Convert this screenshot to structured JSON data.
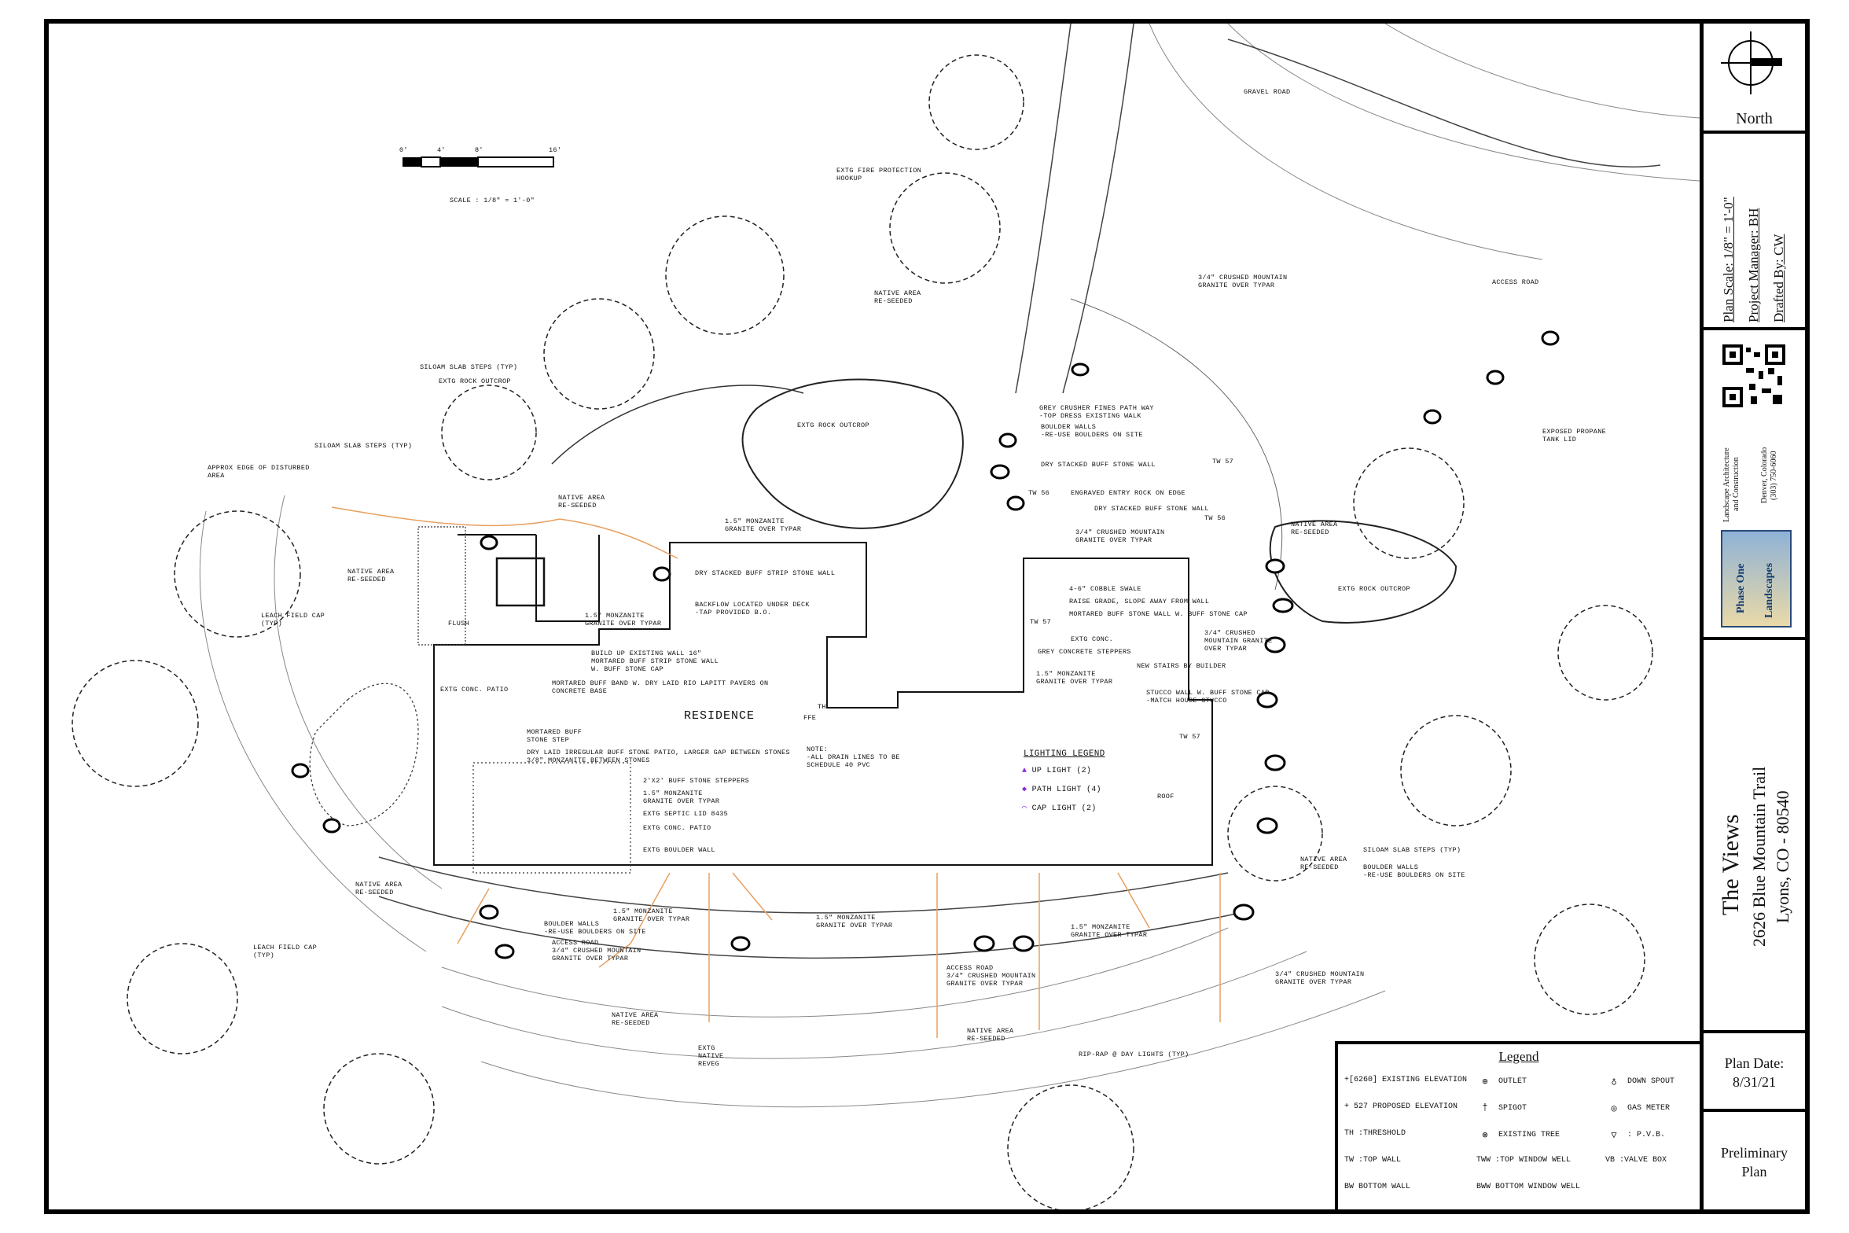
{
  "scale_bar": {
    "ticks": [
      "0'",
      "4'",
      "8'",
      "16'"
    ],
    "label": "SCALE : 1/8\" = 1'-0\""
  },
  "title_block": {
    "north": "North",
    "plan_scale": "Plan Scale: 1/8\" = 1'-0\"",
    "project_manager": "Project Manager: BH",
    "drafted_by": "Drafted By: CW",
    "company_line1": "Landscape Architecture",
    "company_line2": "and Construction",
    "city": "Denver, Colorado",
    "phone": "(303) 750-6060",
    "logo_word1": "Phase One",
    "logo_word2": "Landscapes",
    "project_name": "The Views",
    "address1": "2626 Blue Mountain Trail",
    "address2": "Lyons, CO - 80540",
    "plan_date_label": "Plan Date:",
    "plan_date": "8/31/21",
    "status_line1": "Preliminary",
    "status_line2": "Plan"
  },
  "legend": {
    "title": "Legend",
    "items": [
      {
        "sym": "+[6260]",
        "text": "EXISTING ELEVATION"
      },
      {
        "sym": "+ 527",
        "text": "PROPOSED ELEVATION"
      },
      {
        "sym": "TH",
        "text": ":THRESHOLD"
      },
      {
        "sym": "TW",
        "text": ":TOP WALL"
      },
      {
        "sym": "BW",
        "text": "BOTTOM WALL"
      },
      {
        "sym": "outlet-icon",
        "text": "OUTLET"
      },
      {
        "sym": "spigot-icon",
        "text": "SPIGOT"
      },
      {
        "sym": "tree-icon",
        "text": "EXISTING TREE"
      },
      {
        "sym": "TWW",
        "text": ":TOP WINDOW WELL"
      },
      {
        "sym": "BWW",
        "text": "BOTTOM WINDOW WELL"
      },
      {
        "sym": "downspout-icon",
        "text": "DOWN SPOUT"
      },
      {
        "sym": "gasmeter-icon",
        "text": "GAS METER"
      },
      {
        "sym": "pvb-icon",
        "text": ": P.V.B."
      },
      {
        "sym": "VB",
        "text": ":VALVE BOX"
      }
    ]
  },
  "lighting_legend": {
    "title": "LIGHTING LEGEND",
    "items": [
      "UP LIGHT (2)",
      "PATH LIGHT (4)",
      "CAP LIGHT (2)"
    ]
  },
  "notes": {
    "residence": "RESIDENCE",
    "drain_note": "NOTE:\n-ALL DRAIN LINES TO BE\nSCHEDULE 40 PVC"
  },
  "callouts": [
    {
      "id": "gravel-road",
      "text": "GRAVEL ROAD"
    },
    {
      "id": "fire-hookup",
      "text": "EXTG FIRE PROTECTION\nHOOKUP"
    },
    {
      "id": "native-top",
      "text": "NATIVE AREA\nRE-SEEDED"
    },
    {
      "id": "crushed-top",
      "text": "3/4\" CRUSHED MOUNTAIN\nGRANITE OVER TYPAR"
    },
    {
      "id": "access-top",
      "text": "ACCESS ROAD"
    },
    {
      "id": "siloam1",
      "text": "SILOAM SLAB STEPS (TYP)"
    },
    {
      "id": "rock1",
      "text": "EXTG ROCK OUTCROP"
    },
    {
      "id": "siloam2",
      "text": "SILOAM SLAB STEPS (TYP)"
    },
    {
      "id": "disturbed",
      "text": "APPROX EDGE OF DISTURBED\nAREA"
    },
    {
      "id": "native-mid",
      "text": "NATIVE AREA\nRE-SEEDED"
    },
    {
      "id": "rock2",
      "text": "EXTG ROCK OUTCROP"
    },
    {
      "id": "path",
      "text": "GREY CRUSHER FINES PATH WAY\n-TOP DRESS EXISTING WALK"
    },
    {
      "id": "boulder1",
      "text": "BOULDER WALLS\n-RE-USE BOULDERS ON SITE"
    },
    {
      "id": "drystack1",
      "text": "DRY STACKED BUFF STONE WALL"
    },
    {
      "id": "propane",
      "text": "EXPOSED PROPANE\nTANK LID"
    },
    {
      "id": "engraved",
      "text": "ENGRAVED ENTRY ROCK ON EDGE"
    },
    {
      "id": "drystack2",
      "text": "DRY STACKED BUFF STONE WALL"
    },
    {
      "id": "crushed-mid",
      "text": "3/4\" CRUSHED MOUNTAIN\nGRANITE OVER TYPAR"
    },
    {
      "id": "native-right",
      "text": "NATIVE AREA\nRE-SEEDED"
    },
    {
      "id": "rock3",
      "text": "EXTG ROCK OUTCROP"
    },
    {
      "id": "native-left",
      "text": "NATIVE AREA\nRE-SEEDED"
    },
    {
      "id": "monz1",
      "text": "1.5\" MONZANITE\nGRANITE OVER TYPAR"
    },
    {
      "id": "drystrip",
      "text": "DRY STACKED BUFF STRIP STONE WALL"
    },
    {
      "id": "monz2",
      "text": "1.5\" MONZANITE\nGRANITE OVER TYPAR"
    },
    {
      "id": "backflow",
      "text": "BACKFLOW LOCATED UNDER DECK\n-TAP PROVIDED B.O."
    },
    {
      "id": "leach1",
      "text": "LEACH FIELD CAP\n(TYP)"
    },
    {
      "id": "cobble",
      "text": "4-6\" COBBLE SWALE"
    },
    {
      "id": "grade",
      "text": "RAISE GRADE, SLOPE AWAY FROM WALL"
    },
    {
      "id": "mortared",
      "text": "MORTARED BUFF STONE WALL W. BUFF STONE CAP"
    },
    {
      "id": "buildup",
      "text": "BUILD UP EXISTING WALL 16\"\nMORTARED BUFF STRIP STONE WALL\nW. BUFF STONE CAP"
    },
    {
      "id": "conc1",
      "text": "EXTG CONC."
    },
    {
      "id": "steppers",
      "text": "GREY CONCRETE STEPPERS"
    },
    {
      "id": "crushed-right",
      "text": "3/4\" CRUSHED\nMOUNTAIN GRANITE\nOVER TYPAR"
    },
    {
      "id": "newstairs",
      "text": "NEW STAIRS BY BUILDER"
    },
    {
      "id": "monz3",
      "text": "1.5\" MONZANITE\nGRANITE OVER TYPAR"
    },
    {
      "id": "stucco",
      "text": "STUCCO WALL W. BUFF STONE CAP\n-MATCH HOUSE STUCCO"
    },
    {
      "id": "patio-conc",
      "text": "EXTG CONC. PATIO"
    },
    {
      "id": "pavers",
      "text": "MORTARED BUFF BAND W. DRY LAID RIO LAPITT PAVERS ON\nCONCRETE BASE"
    },
    {
      "id": "stoop",
      "text": "MORTARED BUFF\nSTONE STEP"
    },
    {
      "id": "flagstone",
      "text": "DRY LAID IRREGULAR BUFF STONE PATIO, LARGER GAP BETWEEN STONES\n3/8\" MONZANITE BETWEEN STONES"
    },
    {
      "id": "stepper2",
      "text": "2'x2' BUFF STONE STEPPERS"
    },
    {
      "id": "monz4",
      "text": "1.5\" MONZANITE\nGRANITE OVER TYPAR"
    },
    {
      "id": "septic",
      "text": "EXTG SEPTIC LID 8435"
    },
    {
      "id": "conc2",
      "text": "EXTG CONC. PATIO"
    },
    {
      "id": "boulder-wall",
      "text": "EXTG BOULDER WALL"
    },
    {
      "id": "native-lower",
      "text": "NATIVE AREA\nRE-SEEDED"
    },
    {
      "id": "siloam3",
      "text": "SILOAM SLAB STEPS (TYP)"
    },
    {
      "id": "native-right2",
      "text": "NATIVE AREA\nRE-SEEDED"
    },
    {
      "id": "boulder2",
      "text": "BOULDER WALLS\n-RE-USE BOULDERS ON SITE"
    },
    {
      "id": "leach2",
      "text": "LEACH FIELD CAP\n(TYP)"
    },
    {
      "id": "boulder3",
      "text": "BOULDER WALLS\n-RE-USE BOULDERS ON SITE"
    },
    {
      "id": "access-left",
      "text": "ACCESS ROAD\n3/4\" CRUSHED MOUNTAIN\nGRANITE OVER TYPAR"
    },
    {
      "id": "monz5",
      "text": "1.5\" MONZANITE\nGRANITE OVER TYPAR"
    },
    {
      "id": "monz6",
      "text": "1.5\" MONZANITE\nGRANITE OVER TYPAR"
    },
    {
      "id": "access-mid",
      "text": "ACCESS ROAD\n3/4\" CRUSHED MOUNTAIN\nGRANITE OVER TYPAR"
    },
    {
      "id": "monz7",
      "text": "1.5\" MONZANITE\nGRANITE OVER TYPAR"
    },
    {
      "id": "crushed-br",
      "text": "3/4\" CRUSHED MOUNTAIN\nGRANITE OVER TYPAR"
    },
    {
      "id": "native-b1",
      "text": "NATIVE AREA\nRE-SEEDED"
    },
    {
      "id": "native-b2",
      "text": "NATIVE AREA\nRE-SEEDED"
    },
    {
      "id": "riprap",
      "text": "RIP-RAP @ DAY LIGHTS (TYP)"
    },
    {
      "id": "extg-native",
      "text": "EXTG\nNATIVE\nREVEG"
    },
    {
      "id": "tw-a",
      "text": "TW 57"
    },
    {
      "id": "tw-b",
      "text": "TW 56"
    },
    {
      "id": "tw-c",
      "text": "TW 57"
    },
    {
      "id": "tw-d",
      "text": "TW 56"
    },
    {
      "id": "tw-e",
      "text": "TW 57"
    },
    {
      "id": "roof",
      "text": "ROOF"
    },
    {
      "id": "th",
      "text": "TH"
    },
    {
      "id": "ffe",
      "text": "FFE"
    },
    {
      "id": "flush",
      "text": "FLUSH"
    }
  ]
}
